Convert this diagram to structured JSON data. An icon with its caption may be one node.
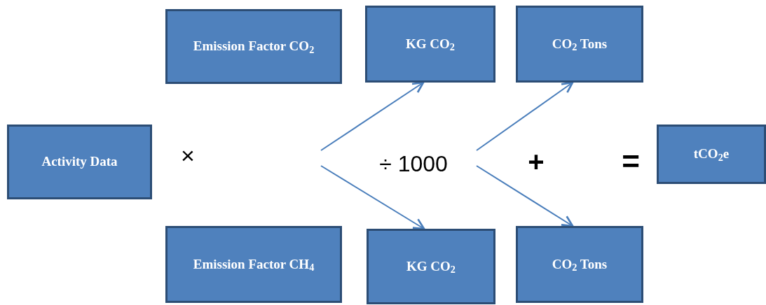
{
  "diagram": {
    "nodes": [
      {
        "text": [
          "Activity Data"
        ]
      },
      {
        "text": [
          "Emission Factor CO$_{2}$"
        ]
      },
      {
        "text": [
          "Emission Factor CH$_{4}$"
        ]
      },
      {
        "text": [
          "KG CO$_{2}$"
        ]
      },
      {
        "text": [
          "KG CO$_{2}$"
        ]
      },
      {
        "text": [
          "CO$_{2}$ Tons"
        ]
      },
      {
        "text": [
          "CO$_{2}$ Tons"
        ]
      },
      {
        "text": [
          "tCO$_{2}$e"
        ]
      }
    ],
    "edges": [
      {
        "from": null,
        "to": 3,
        "arrow": "to"
      },
      {
        "from": null,
        "to": 4,
        "arrow": "to"
      },
      {
        "from": null,
        "to": 5,
        "arrow": "to"
      },
      {
        "from": null,
        "to": 6,
        "arrow": "to"
      }
    ],
    "labels": [
      "×",
      "÷ 1000",
      "+",
      "="
    ]
  }
}
